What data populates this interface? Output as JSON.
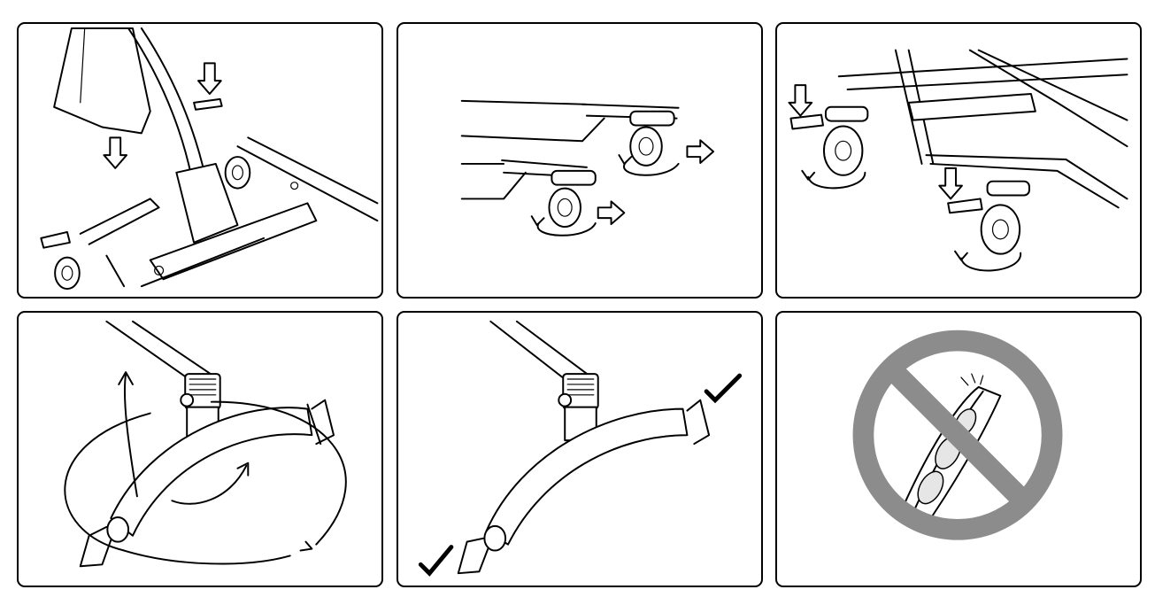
{
  "figure": {
    "panels": [
      {
        "id": "p1",
        "content": "lift-base-pedal-press"
      },
      {
        "id": "p2",
        "content": "caster-rotation"
      },
      {
        "id": "p3",
        "content": "caster-brake-release"
      },
      {
        "id": "p4",
        "content": "spreader-bar-rotation"
      },
      {
        "id": "p5",
        "content": "spreader-bar-correct-position"
      },
      {
        "id": "p6",
        "content": "prohibited-hook-usage"
      }
    ],
    "colors": {
      "line": "#000000",
      "prohibition": "#8c8c8c",
      "fill": "#ffffff"
    },
    "icons": [
      "down-arrow-icon",
      "right-arrow-icon",
      "rotate-arrow-icon",
      "checkmark-icon",
      "prohibition-icon"
    ]
  }
}
